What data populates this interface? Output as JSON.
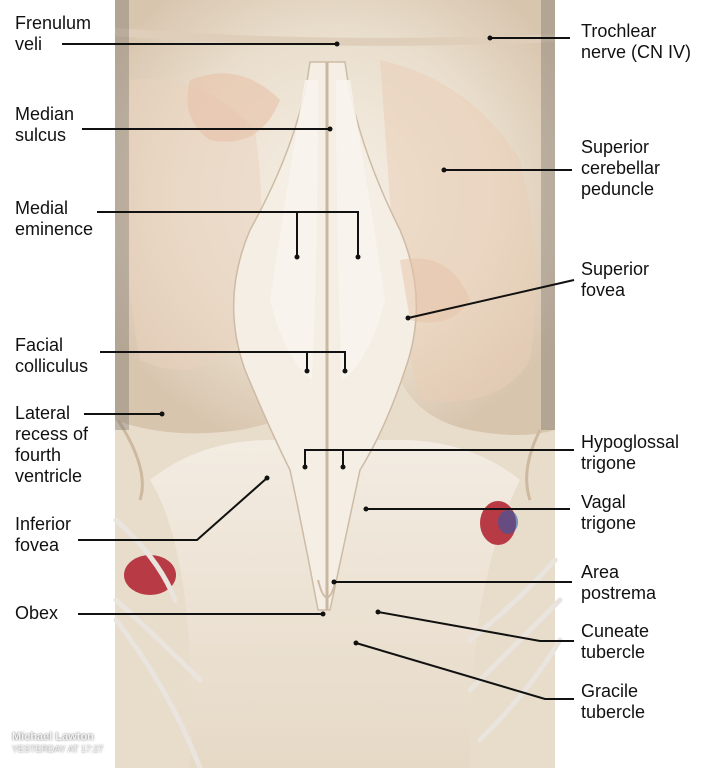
{
  "labels": {
    "frenulum_veli": "Frenulum\nveli",
    "median_sulcus": "Median\nsulcus",
    "medial_eminence": "Medial\neminence",
    "facial_colliculus": "Facial\ncolliculus",
    "lateral_recess": "Lateral\nrecess of\nfourth\nventricle",
    "inferior_fovea": "Inferior\nfovea",
    "obex": "Obex",
    "trochlear_nerve": "Trochlear\nnerve (CN IV)",
    "superior_cerebellar_peduncle": "Superior\ncerebellar\npeduncle",
    "superior_fovea": "Superior\nfovea",
    "hypoglossal_trigone": "Hypoglossal\ntrigone",
    "vagal_trigone": "Vagal\ntrigone",
    "area_postrema": "Area\npostrema",
    "cuneate_tubercle": "Cuneate\ntubercle",
    "gracile_tubercle": "Gracile\ntubercle"
  },
  "watermark": {
    "author": "Michael Lawton",
    "timestamp": "YESTERDAY AT 17:27"
  },
  "colors": {
    "tissue_light": "#efe6da",
    "tissue_shadow": "#d9c6b0",
    "tissue_pink": "#e9c9b4",
    "vessel_red": "#b83a44",
    "vessel_blue": "#2f58a8",
    "leader_line": "#111111"
  }
}
